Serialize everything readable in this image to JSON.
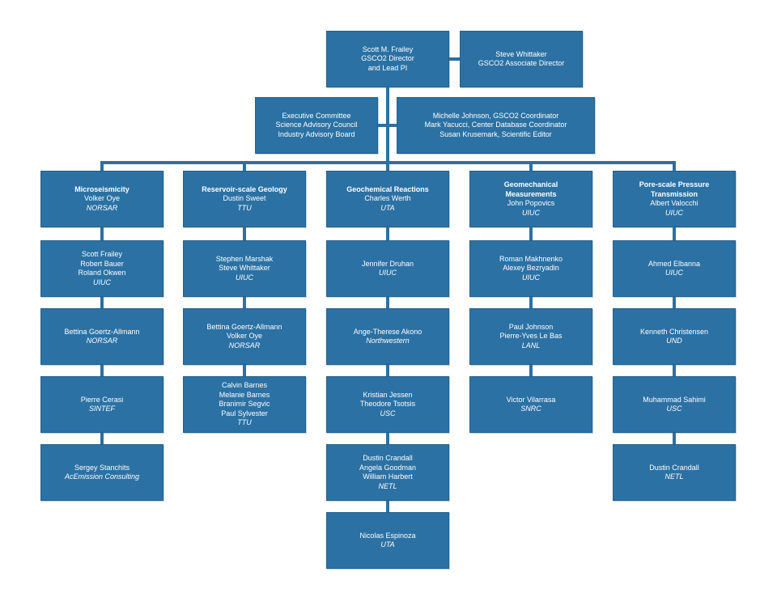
{
  "colors": {
    "box_fill": "#2B71A4",
    "box_border": "#24618D",
    "connector": "#2B71A4",
    "text": "#FFFFFF",
    "background": "#FFFFFF"
  },
  "org_chart": {
    "director": {
      "lines": [
        "Scott M. Frailey",
        "GSCO2 Director",
        "and Lead PI"
      ]
    },
    "associate_director": {
      "lines": [
        "Steve Whittaker",
        "GSCO2 Associate Director"
      ]
    },
    "advisory": {
      "lines": [
        "Executive Committee",
        "Science Advisory Council",
        "Industry Advisory Board"
      ]
    },
    "coordination": {
      "lines": [
        "Michelle Johnson, GSCO2 Coordinator",
        "Mark Yacucci, Center Database Coordinator",
        "Susan Krusemark, Scientific Editor"
      ]
    },
    "columns": [
      {
        "id": "microseismicity",
        "header": {
          "title_lines": [
            "Microseismicity"
          ],
          "lead": "Volker Oye",
          "org": "NORSAR"
        },
        "members": [
          {
            "names": [
              "Scott Frailey",
              "Robert Bauer",
              "Roland Okwen"
            ],
            "org": "UIUC"
          },
          {
            "names": [
              "Bettina Goertz-Allmann"
            ],
            "org": "NORSAR"
          },
          {
            "names": [
              "Pierre Cerasi"
            ],
            "org": "SINTEF"
          },
          {
            "names": [
              "Sergey Stanchits"
            ],
            "org": "AcEmission Consulting"
          }
        ]
      },
      {
        "id": "reservoir-scale-geology",
        "header": {
          "title_lines": [
            "Reservoir-scale Geology"
          ],
          "lead": "Dustin Sweet",
          "org": "TTU"
        },
        "members": [
          {
            "names": [
              "Stephen Marshak",
              "Steve Whittaker"
            ],
            "org": "UIUC"
          },
          {
            "names": [
              "Bettina Goertz-Allmann",
              "Volker Oye"
            ],
            "org": "NORSAR"
          },
          {
            "names": [
              "Calvin Barnes",
              "Melanie Barnes",
              "Branimir Segvic",
              "Paul Sylvester"
            ],
            "org": "TTU"
          }
        ]
      },
      {
        "id": "geochemical-reactions",
        "header": {
          "title_lines": [
            "Geochemical Reactions"
          ],
          "lead": "Charles Werth",
          "org": "UTA"
        },
        "members": [
          {
            "names": [
              "Jennifer Druhan"
            ],
            "org": "UIUC"
          },
          {
            "names": [
              "Ange-Therese Akono"
            ],
            "org": "Northwestern"
          },
          {
            "names": [
              "Kristian Jessen",
              "Theodore Tsotsis"
            ],
            "org": "USC"
          },
          {
            "names": [
              "Dustin Crandall",
              "Angela Goodman",
              "William Harbert"
            ],
            "org": "NETL"
          },
          {
            "names": [
              "Nicolas Espinoza"
            ],
            "org": "UTA"
          }
        ]
      },
      {
        "id": "geomechanical-measurements",
        "header": {
          "title_lines": [
            "Geomechanical",
            "Measurements"
          ],
          "lead": "John Popovics",
          "org": "UIUC"
        },
        "members": [
          {
            "names": [
              "Roman Makhnenko",
              "Alexey Bezryadin"
            ],
            "org": "UIUC"
          },
          {
            "names": [
              "Paul Johnson",
              "Pierre-Yves Le Bas"
            ],
            "org": "LANL"
          },
          {
            "names": [
              "Victor Vilarrasa"
            ],
            "org": "SNRC"
          }
        ]
      },
      {
        "id": "pore-scale-pressure-transmission",
        "header": {
          "title_lines": [
            "Pore-scale Pressure",
            "Transmission"
          ],
          "lead": "Albert Valocchi",
          "org": "UIUC"
        },
        "members": [
          {
            "names": [
              "Ahmed Elbanna"
            ],
            "org": "UIUC"
          },
          {
            "names": [
              "Kenneth Christensen"
            ],
            "org": "UND"
          },
          {
            "names": [
              "Muhammad Sahimi"
            ],
            "org": "USC"
          },
          {
            "names": [
              "Dustin Crandall"
            ],
            "org": "NETL"
          }
        ]
      }
    ]
  }
}
